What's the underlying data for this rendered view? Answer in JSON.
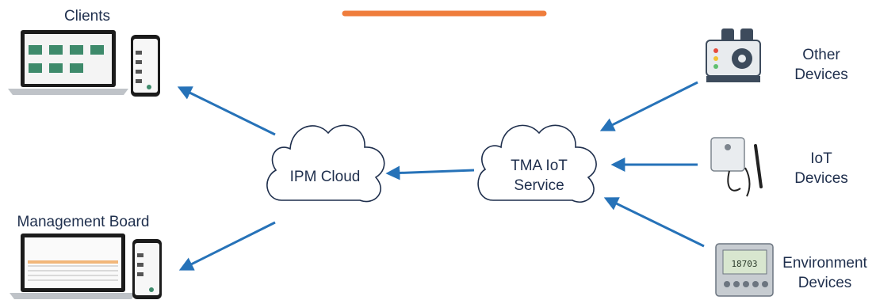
{
  "clients_label": "Clients",
  "management_label": "Management Board",
  "ipm_cloud_label": "IPM Cloud",
  "tma_service_label": "TMA IoT\nService",
  "other_devices_label": "Other\nDevices",
  "iot_devices_label": "IoT\nDevices",
  "environment_devices_label": "Environment\nDevices",
  "device_display_value": "18703",
  "colors": {
    "arrow": "#2672b8",
    "accent_bar": "#ef7d3c",
    "cloud_stroke": "#1f2f4d",
    "tile": "#3e8a6b"
  }
}
